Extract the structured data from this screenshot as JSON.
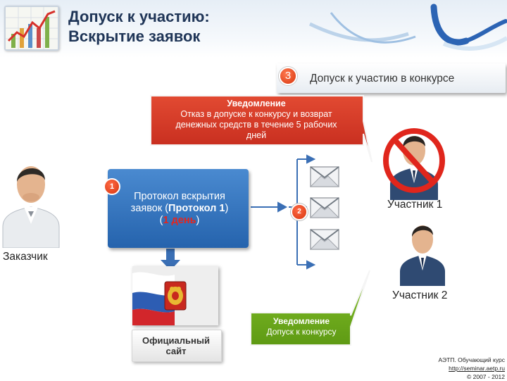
{
  "header": {
    "title_line1": "Допуск к участию:",
    "title_line2": "Вскрытие заявок"
  },
  "step3": {
    "number": "3",
    "label": "Допуск к участию в конкурсе"
  },
  "notice_red": {
    "title": "Уведомление",
    "line1": "Отказ в допуске к конкурсу и возврат",
    "line2": "денежных средств в течение 5 рабочих",
    "line3": "дней"
  },
  "protocol": {
    "number": "1",
    "line1": "Протокол вскрытия",
    "line2_a": "заявок  (",
    "line2_b": "Протокол  1",
    "line2_c": ")",
    "line3_a": "(",
    "line3_b": "1 день",
    "line3_c": ")"
  },
  "step2": {
    "number": "2"
  },
  "actors": {
    "customer": "Заказчик",
    "participant1": "Участник 1",
    "participant2": "Участник 2"
  },
  "official_site": {
    "line1": "Официальный",
    "line2": "сайт"
  },
  "notice_green": {
    "title": "Уведомление",
    "text": "Допуск к конкурсу"
  },
  "footer": {
    "line1": "АЭТП. Обучающий курс",
    "link": "http://seminar.aetp.ru",
    "line3": "© 2007 - 2012"
  },
  "colors": {
    "title": "#1f3557",
    "red_callout": "#d7301f",
    "green_callout": "#6fae1c",
    "protocol_box": "#3574bd",
    "accent_red": "#e8241b"
  },
  "icons": [
    "chart-logo-icon",
    "swirl-decoration",
    "person-icon",
    "envelope-icon",
    "prohibition-icon",
    "coat-of-arms-icon"
  ]
}
